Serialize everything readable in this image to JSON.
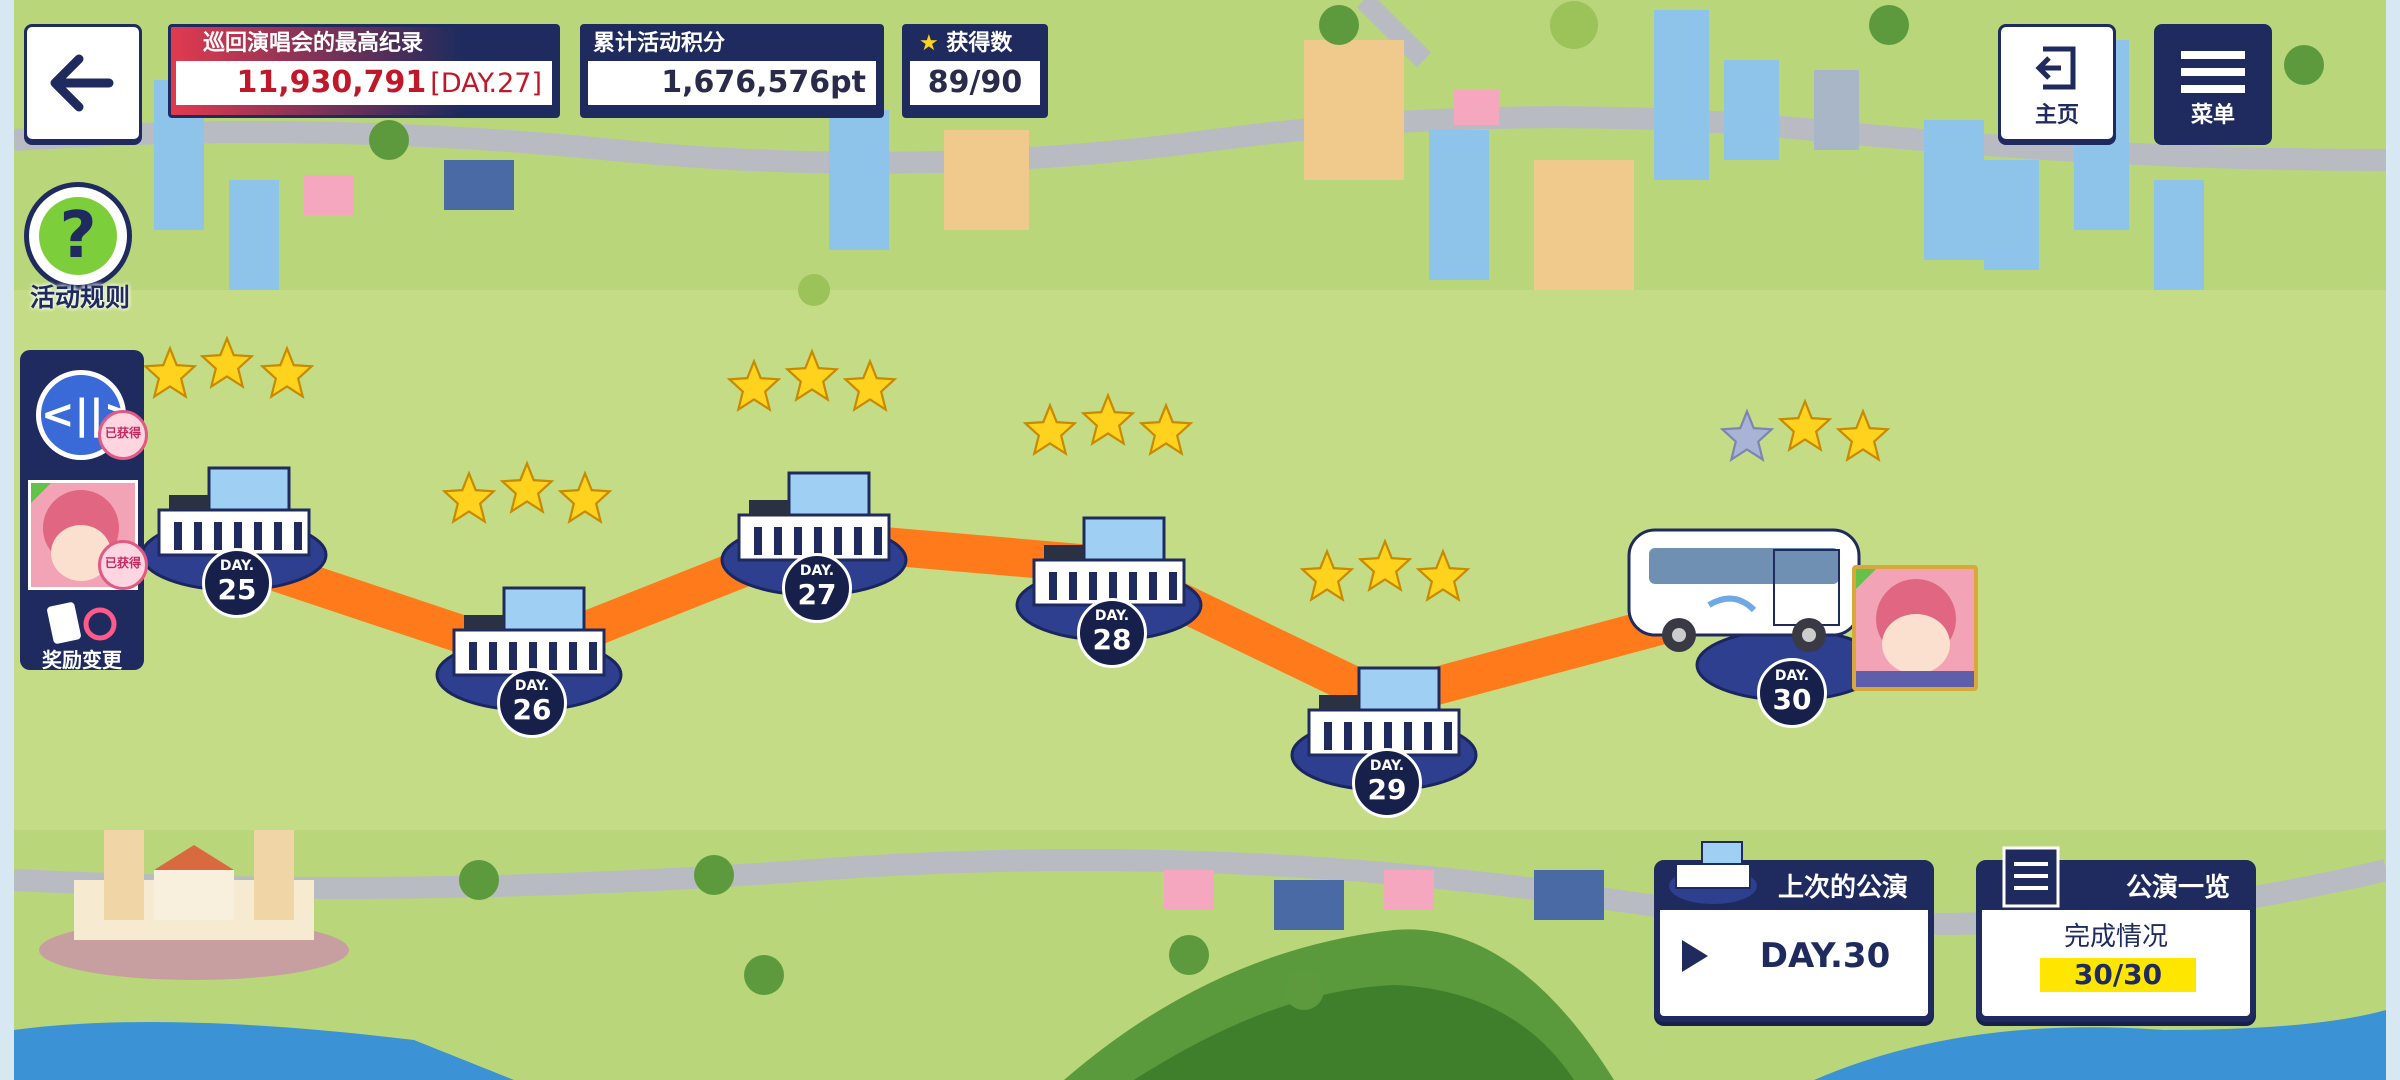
{
  "hud": {
    "best_record": {
      "label": "巡回演唱会的最高纪录",
      "value": "11,930,791",
      "day": "[DAY.27]"
    },
    "points": {
      "label": "累计活动积分",
      "value": "1,676,576pt"
    },
    "stars": {
      "label": "获得数",
      "value": "89/90"
    }
  },
  "buttons": {
    "home_label": "主页",
    "menu_label": "菜单",
    "rules_label": "活动规则",
    "reward_change_label": "奖励变更"
  },
  "side_panel": {
    "badge_text": "已获得"
  },
  "stages": [
    {
      "day_prefix": "DAY.",
      "day": "25",
      "stars_filled": 3
    },
    {
      "day_prefix": "DAY.",
      "day": "26",
      "stars_filled": 3
    },
    {
      "day_prefix": "DAY.",
      "day": "27",
      "stars_filled": 3
    },
    {
      "day_prefix": "DAY.",
      "day": "28",
      "stars_filled": 3
    },
    {
      "day_prefix": "DAY.",
      "day": "29",
      "stars_filled": 3
    },
    {
      "day_prefix": "DAY.",
      "day": "30",
      "stars_filled": 2
    }
  ],
  "last_performance": {
    "title": "上次的公演",
    "value": "DAY.30"
  },
  "performance_list": {
    "title": "公演一览",
    "status_label": "完成情况",
    "status_value": "30/30"
  },
  "colors": {
    "navy": "#1f2b5e",
    "path": "#ff7a1a",
    "star": "#ffd21e",
    "star_empty": "#a9b3d6",
    "record_red": "#c0182a",
    "highlight": "#ffe600"
  }
}
